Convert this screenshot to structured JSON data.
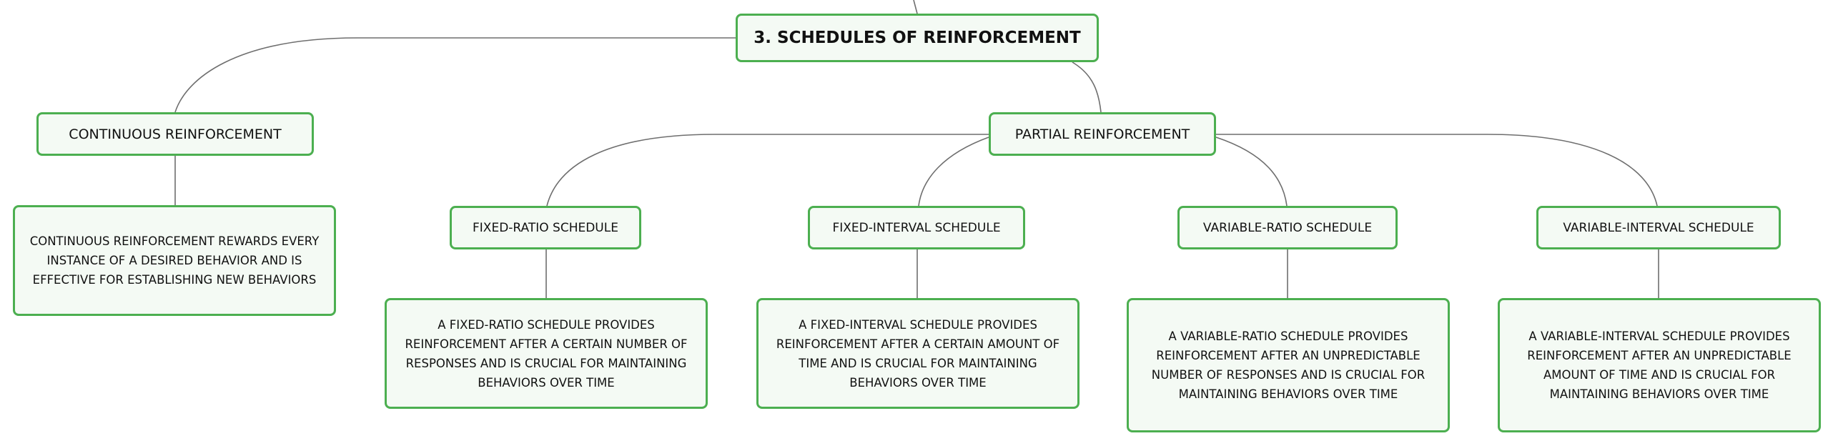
{
  "diagram": {
    "root": {
      "label": "3. SCHEDULES OF REINFORCEMENT"
    },
    "continuous": {
      "label": "CONTINUOUS REINFORCEMENT",
      "description": "CONTINUOUS REINFORCEMENT REWARDS EVERY INSTANCE OF A DESIRED BEHAVIOR AND IS EFFECTIVE FOR ESTABLISHING NEW BEHAVIORS"
    },
    "partial": {
      "label": "PARTIAL REINFORCEMENT",
      "children": [
        {
          "label": "FIXED-RATIO SCHEDULE",
          "description": "A FIXED-RATIO SCHEDULE PROVIDES REINFORCEMENT AFTER A CERTAIN NUMBER OF RESPONSES AND IS CRUCIAL FOR MAINTAINING BEHAVIORS OVER TIME"
        },
        {
          "label": "FIXED-INTERVAL SCHEDULE",
          "description": "A FIXED-INTERVAL SCHEDULE PROVIDES REINFORCEMENT AFTER A CERTAIN AMOUNT OF TIME AND IS CRUCIAL FOR MAINTAINING BEHAVIORS OVER TIME"
        },
        {
          "label": "VARIABLE-RATIO SCHEDULE",
          "description": "A VARIABLE-RATIO SCHEDULE PROVIDES REINFORCEMENT AFTER AN UNPREDICTABLE NUMBER OF RESPONSES AND IS CRUCIAL FOR MAINTAINING BEHAVIORS OVER TIME"
        },
        {
          "label": "VARIABLE-INTERVAL SCHEDULE",
          "description": "A VARIABLE-INTERVAL SCHEDULE PROVIDES REINFORCEMENT AFTER AN UNPREDICTABLE AMOUNT OF TIME AND IS CRUCIAL FOR MAINTAINING BEHAVIORS OVER TIME"
        }
      ]
    },
    "colors": {
      "node_border": "#4caf50",
      "node_fill": "#f4faf4",
      "connector": "#6e6e6e",
      "text": "#111111"
    }
  }
}
